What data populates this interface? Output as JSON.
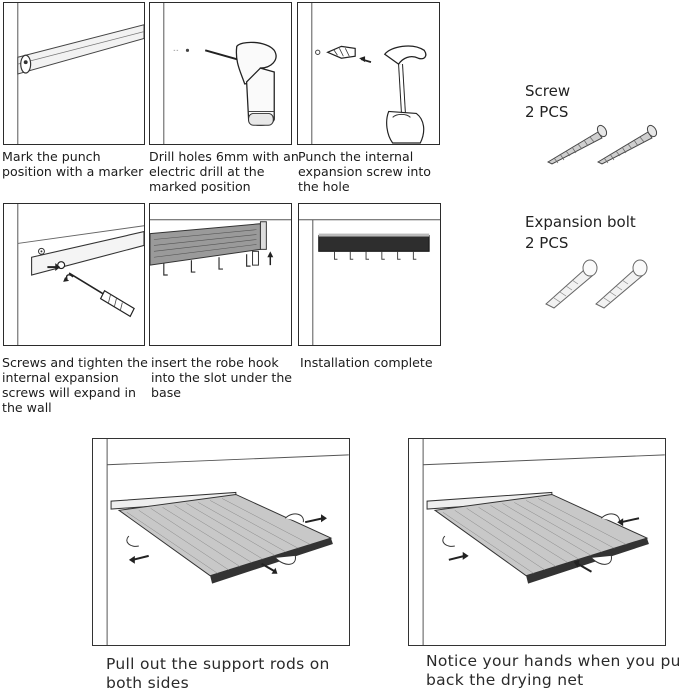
{
  "steps": [
    {
      "lines": [
        "Mark the punch",
        "position with a marker"
      ]
    },
    {
      "lines": [
        "Drill holes 6mm with an",
        "electric drill at the",
        "marked position"
      ]
    },
    {
      "lines": [
        "Punch the internal",
        "expansion screw into",
        "the hole"
      ]
    },
    {
      "lines": [
        "Screws and tighten the",
        "internal expansion",
        "screws will expand in",
        "the wall"
      ]
    },
    {
      "lines": [
        "insert the robe hook",
        "into the slot under the",
        "base"
      ]
    },
    {
      "lines": [
        "Installation complete"
      ]
    }
  ],
  "hardware": {
    "screw": {
      "name": "Screw",
      "qty": "2 PCS",
      "icon": "screw-icon"
    },
    "bolt": {
      "name": "Expansion bolt",
      "qty": "2 PCS",
      "icon": "expansion-bolt-icon"
    }
  },
  "usage": [
    {
      "lines": [
        "Pull out the support rods on",
        "both sides"
      ]
    },
    {
      "lines": [
        "Notice your hands when you pull",
        "back the drying net"
      ]
    }
  ]
}
